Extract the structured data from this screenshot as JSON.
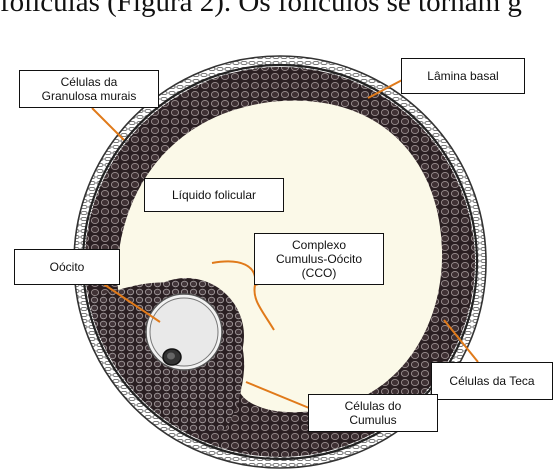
{
  "header_text": "foliculas (Figura 2). Os folículos se tornam g",
  "labels": {
    "granulosa_murais_line1": "Células da",
    "granulosa_murais_line2": "Granulosa murais",
    "lamina_basal": "Lâmina basal",
    "liquido_folicular": "Líquido folicular",
    "cco_line1": "Complexo",
    "cco_line2": "Cumulus-Oócito",
    "cco_line3": "(CCO)",
    "oocito": "Oócito",
    "celulas_teca": "Células da Teca",
    "cumulus_line1": "Células do",
    "cumulus_line2": "Cumulus"
  },
  "colors": {
    "cells": "#2f2325",
    "fluid": "#fbf9e8",
    "leader": "#e07a1a",
    "outline": "#3a3a3a"
  }
}
